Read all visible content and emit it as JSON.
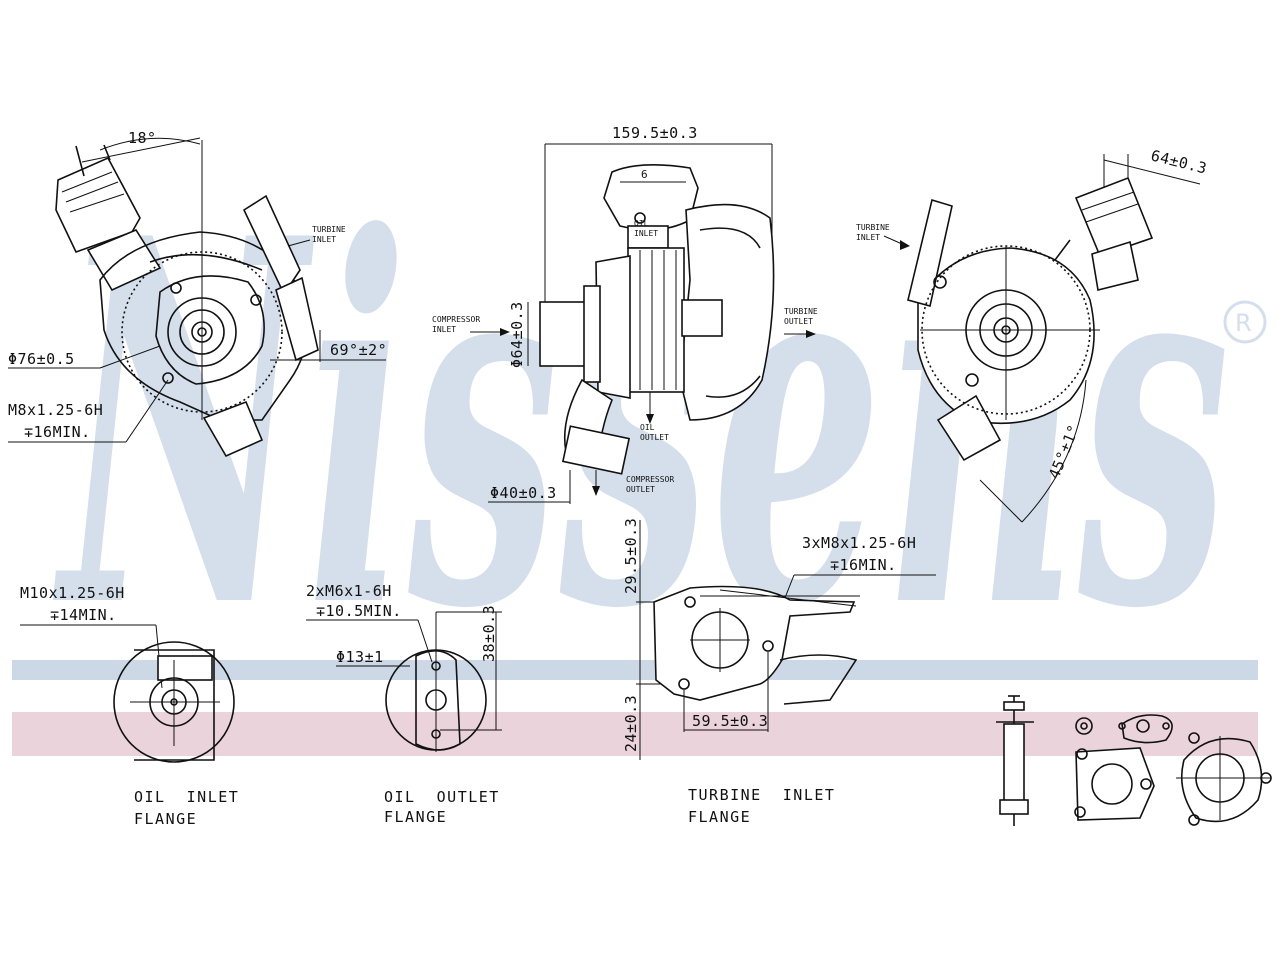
{
  "watermark": {
    "brand": "Nissens",
    "registered": "®",
    "band_blue": "#cdd8e6",
    "band_pink": "#ead3da",
    "text_color": "#d5dfeb"
  },
  "views": {
    "left": {
      "angle": "18°",
      "turbine_inlet": [
        "TURBINE",
        "INLET"
      ],
      "diameter": "Φ76±0.5",
      "flange_angle": "69°±2°",
      "thread": "M8x1.25-6H",
      "depth": "∓16MIN."
    },
    "center": {
      "width": "159.5±0.3",
      "compressor_inlet": [
        "COMPRESSOR",
        "INLET"
      ],
      "turbine_outlet": [
        "TURBINE",
        "OUTLET"
      ],
      "inlet_diameter": "Φ64±0.3",
      "outlet_diameter": "Φ40±0.3",
      "compressor_outlet": [
        "COMPRESSOR",
        "OUTLET"
      ],
      "oil_inlet": [
        "OIL",
        "INLET"
      ],
      "oil_outlet": [
        "OIL",
        "OUTLET"
      ],
      "actuator_label": "6"
    },
    "right": {
      "size": "64±0.3",
      "turbine_inlet": [
        "TURBINE",
        "INLET"
      ],
      "angle": "45°±1°"
    }
  },
  "flanges": {
    "oil_inlet": {
      "thread": "M10x1.25-6H",
      "depth": "∓14MIN.",
      "caption": [
        "OIL  INLET",
        "FLANGE"
      ]
    },
    "oil_outlet": {
      "thread": "2xM6x1-6H",
      "depth": "∓10.5MIN.",
      "hole": "Φ13±1",
      "height": "38±0.3",
      "caption": [
        "OIL  OUTLET",
        "FLANGE"
      ]
    },
    "turbine_inlet": {
      "thread": "3xM8x1.25-6H",
      "depth": "∓16MIN.",
      "top_offset": "29.5±0.3",
      "bottom_offset": "24±0.3",
      "width": "59.5±0.3",
      "caption": [
        "TURBINE  INLET",
        "FLANGE"
      ]
    }
  }
}
